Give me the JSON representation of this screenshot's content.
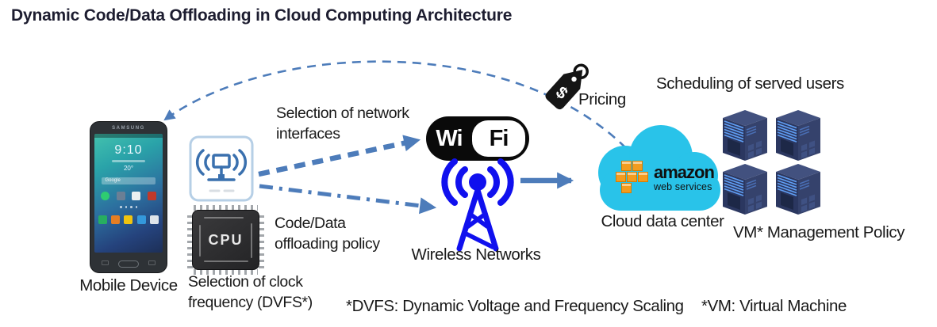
{
  "title": "Dynamic Code/Data Offloading in Cloud Computing Architecture",
  "phone": {
    "brand": "SAMSUNG",
    "time": "9:10",
    "temp": "20°",
    "search_bar": "Google",
    "label": "Mobile Device"
  },
  "cpu": {
    "chip_text": "CPU",
    "label": "Selection of clock\nfrequency (DVFS*)"
  },
  "network_selector": {
    "label": "Selection of network\ninterfaces"
  },
  "offloading": {
    "label": "Code/Data\noffloading policy"
  },
  "wifi": {
    "left": "Wi",
    "right": "Fi"
  },
  "wireless": {
    "label": "Wireless Networks"
  },
  "pricing": {
    "label": "Pricing",
    "symbol": "$"
  },
  "cloud": {
    "aws_name": "amazon",
    "aws_sub": "web services",
    "label": "Cloud data center"
  },
  "scheduling": {
    "label": "Scheduling of served users"
  },
  "vm": {
    "label": "VM* Management Policy"
  },
  "footnotes": {
    "dvfs": "*DVFS: Dynamic Voltage and Frequency Scaling",
    "vm": "*VM: Virtual Machine"
  },
  "colors": {
    "arrow": "#4d7cba",
    "antenna": "#1010ee",
    "cloud": "#29c3e9",
    "aws_orange": "#f39c1e",
    "server_navy": "#2b3760",
    "title_text": "#1d1d30",
    "label_text": "#1a1a1a"
  }
}
